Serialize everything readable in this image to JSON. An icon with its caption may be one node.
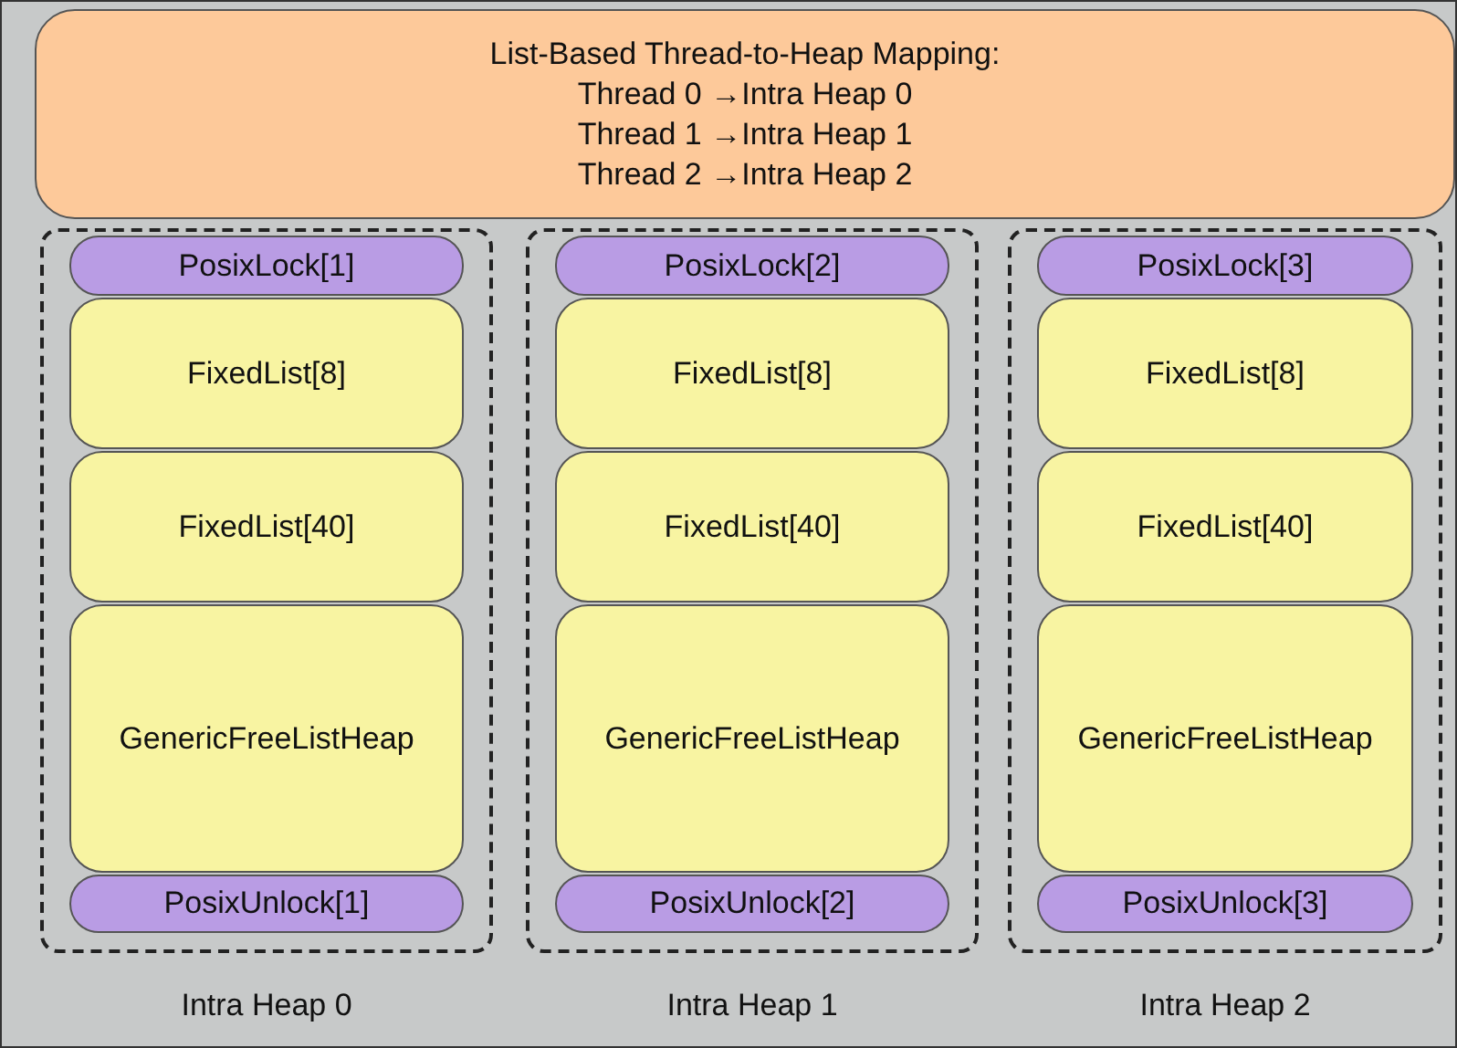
{
  "diagram": {
    "nodes": [
      {
        "text": [
          "List-Based Thread-to-Heap Mapping:",
          "Thread 0 →Intra Heap 0",
          "Thread 1 →Intra Heap 1",
          "Thread 2 →Intra Heap 2"
        ]
      },
      {
        "text": [
          "Intra Heap 0"
        ]
      },
      {
        "text": [
          "PosixLock[1]"
        ],
        "in": 1
      },
      {
        "text": [
          "FixedList[8]"
        ],
        "in": 1
      },
      {
        "text": [
          "FixedList[40]"
        ],
        "in": 1
      },
      {
        "text": [
          "GenericFreeListHeap"
        ],
        "in": 1
      },
      {
        "text": [
          "PosixUnlock[1]"
        ],
        "in": 1
      },
      {
        "text": [
          "Intra Heap 1"
        ]
      },
      {
        "text": [
          "PosixLock[2]"
        ],
        "in": 7
      },
      {
        "text": [
          "FixedList[8]"
        ],
        "in": 7
      },
      {
        "text": [
          "FixedList[40]"
        ],
        "in": 7
      },
      {
        "text": [
          "GenericFreeListHeap"
        ],
        "in": 7
      },
      {
        "text": [
          "PosixUnlock[2]"
        ],
        "in": 7
      },
      {
        "text": [
          "Intra Heap 2"
        ]
      },
      {
        "text": [
          "PosixLock[3]"
        ],
        "in": 13
      },
      {
        "text": [
          "FixedList[8]"
        ],
        "in": 13
      },
      {
        "text": [
          "FixedList[40]"
        ],
        "in": 13
      },
      {
        "text": [
          "GenericFreeListHeap"
        ],
        "in": 13
      },
      {
        "text": [
          "PosixUnlock[3]"
        ],
        "in": 13
      }
    ],
    "edges": []
  }
}
